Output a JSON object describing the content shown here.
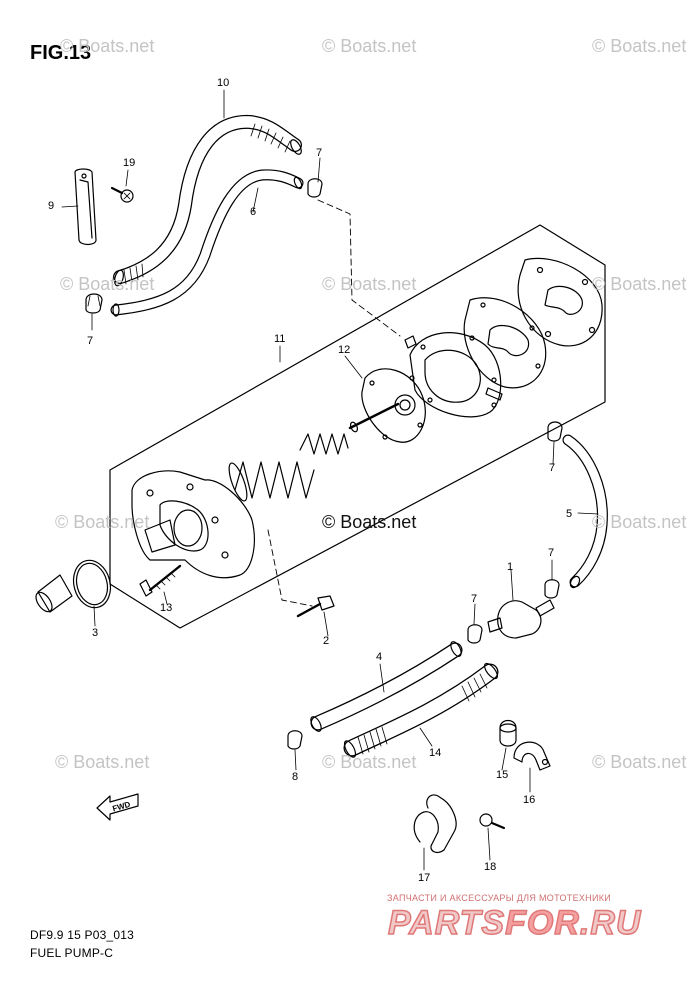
{
  "figure": {
    "title": "FIG.13",
    "code": "DF9.9 15 P03_013",
    "subtitle": "FUEL PUMP-C",
    "arrow_label": "FWD"
  },
  "watermarks": {
    "text": "© Boats.net",
    "center_text": "© Boats.net"
  },
  "callouts": {
    "p1": "1",
    "p2": "2",
    "p3": "3",
    "p4": "4",
    "p5": "5",
    "p6": "6",
    "p7a": "7",
    "p7b": "7",
    "p7c": "7",
    "p7d": "7",
    "p7e": "7",
    "p8": "8",
    "p9": "9",
    "p10": "10",
    "p11": "11",
    "p12": "12",
    "p13": "13",
    "p14": "14",
    "p15": "15",
    "p16": "16",
    "p17": "17",
    "p18": "18",
    "p19": "19"
  },
  "shop": {
    "tagline": "ЗАПЧАСТИ И АКСЕССУАРЫ ДЛЯ МОТОТЕХНИКИ",
    "logo_part1": "PARTS",
    "logo_part2": "FOR",
    "logo_part3": ".RU"
  },
  "colors": {
    "line": "#000000",
    "watermark": "#c4c4c4",
    "shop_red": "#e07878"
  }
}
